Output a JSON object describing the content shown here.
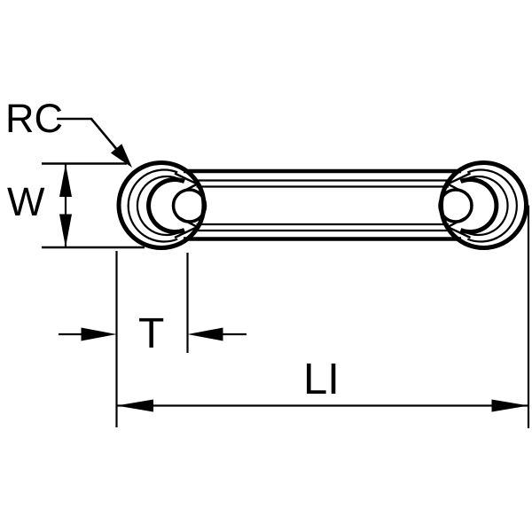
{
  "canvas": {
    "background": "#ffffff",
    "line_color": "#000000"
  },
  "labels": {
    "corner_radius": "RC",
    "width": "W",
    "thickness": "T",
    "length": "LI"
  }
}
